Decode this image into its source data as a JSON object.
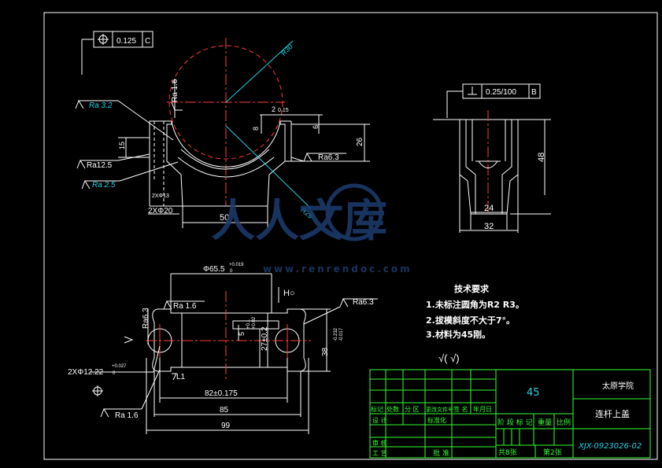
{
  "views": {
    "front": {
      "gdt": {
        "tolerance": "0.125",
        "datum": "C"
      },
      "radius_outer": "R30",
      "radius_inner": "R29",
      "ra_top": "Ra 1.6",
      "ra_left_1": "Ra 3.2",
      "ra_left_2": "Ra12.5",
      "ra_left_3": "Ra 2.5",
      "ra_right": "Ra6.3",
      "dim_15": "15",
      "dim_26": "26",
      "dim_8": "8",
      "dim_6": "6",
      "dim_2_a": "2",
      "dim_015": "0.15",
      "dim_50": "50",
      "dim_holes": "2XΦ20",
      "dim_holes_small": "2XΦ13"
    },
    "side": {
      "gdt": {
        "tolerance": "0.25/100",
        "datum": "B"
      },
      "dim_48": "48",
      "dim_24": "24",
      "dim_32": "32"
    },
    "top": {
      "dim_65": "Φ65.5",
      "dim_65_tol": "+0.019",
      "dim_65_tol2": "0",
      "ra_1": "Ra 1.6",
      "ra_2": "Ra6.3",
      "ra_left": "Ra6.3",
      "ra_bottom": "Ra 1.6",
      "dim_holes": "2XΦ12.22",
      "dim_holes_tol": "+0.027",
      "dim_holes_tol2": "0",
      "dim_82": "82±0.175",
      "dim_85": "85",
      "dim_99": "99",
      "dim_27": "27±0.2",
      "dim_38": "38",
      "dim_38_tol": "-0.232",
      "dim_38_tol2": "-0.017",
      "dim_5": "5",
      "dim_5_tol": "+0.1",
      "dim_5_tol2": "+0.02",
      "label_l1": "L1"
    }
  },
  "tech_requirements": {
    "title": "技术要求",
    "items": [
      "1.未标注圆角为R2  R3。",
      "2.拔模斜度不大于7°。",
      "3.材料为45刚。"
    ],
    "symbol": "√( √)"
  },
  "title_block": {
    "material": "45",
    "school": "太原学院",
    "part_name": "连杆上盖",
    "drawing_no": "XJX-0923026-02",
    "headers_row1": [
      "标记",
      "处数",
      "分 区",
      "更改文件号",
      "签 名",
      "年月日"
    ],
    "headers_row2": [
      "设 计",
      "标准化"
    ],
    "stage_labels": [
      "阶 段 标 记",
      "重量",
      "比例"
    ],
    "row_review": "审 核",
    "row_process": "工 艺",
    "approve": "批 准",
    "sheets_total": "共8张",
    "sheet_no": "第2张"
  },
  "watermark": {
    "text": "人人文库",
    "url": "www.renrendoc.com"
  },
  "colors": {
    "background": "#000000",
    "lines": "#ffffff",
    "dimension": "#22d3e6",
    "centerline": "#ff3b3b",
    "titleblock": "#33ff33"
  }
}
